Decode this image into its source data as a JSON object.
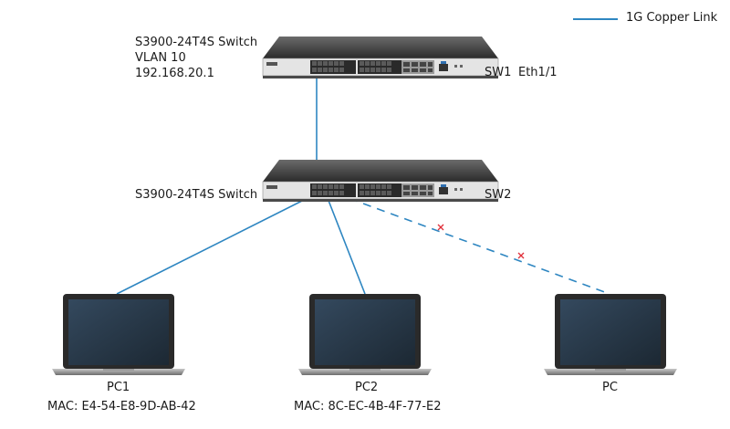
{
  "legend": {
    "label": "1G Copper Link",
    "color": "#2e86c1"
  },
  "switches": [
    {
      "model": "S3900-24T4S Switch",
      "vlan": "VLAN 10",
      "ip": "192.168.20.1",
      "name": "SW1",
      "port": "Eth1/1"
    },
    {
      "model": "S3900-24T4S Switch",
      "name": "SW2"
    }
  ],
  "hosts": [
    {
      "name": "PC1",
      "mac": "MAC: E4-54-E8-9D-AB-42"
    },
    {
      "name": "PC2",
      "mac": "MAC: 8C-EC-4B-4F-77-E2"
    },
    {
      "name": "PC"
    }
  ],
  "links": [
    {
      "from": "SW1",
      "to": "SW2",
      "style": "solid"
    },
    {
      "from": "SW2",
      "to": "PC1",
      "style": "solid"
    },
    {
      "from": "SW2",
      "to": "PC2",
      "style": "solid"
    },
    {
      "from": "SW2",
      "to": "PC",
      "style": "dashed",
      "blocked": true
    }
  ],
  "colors": {
    "link": "#2e86c1",
    "blocked_mark": "#e0303a",
    "switch_body": "#3a3a3a"
  }
}
